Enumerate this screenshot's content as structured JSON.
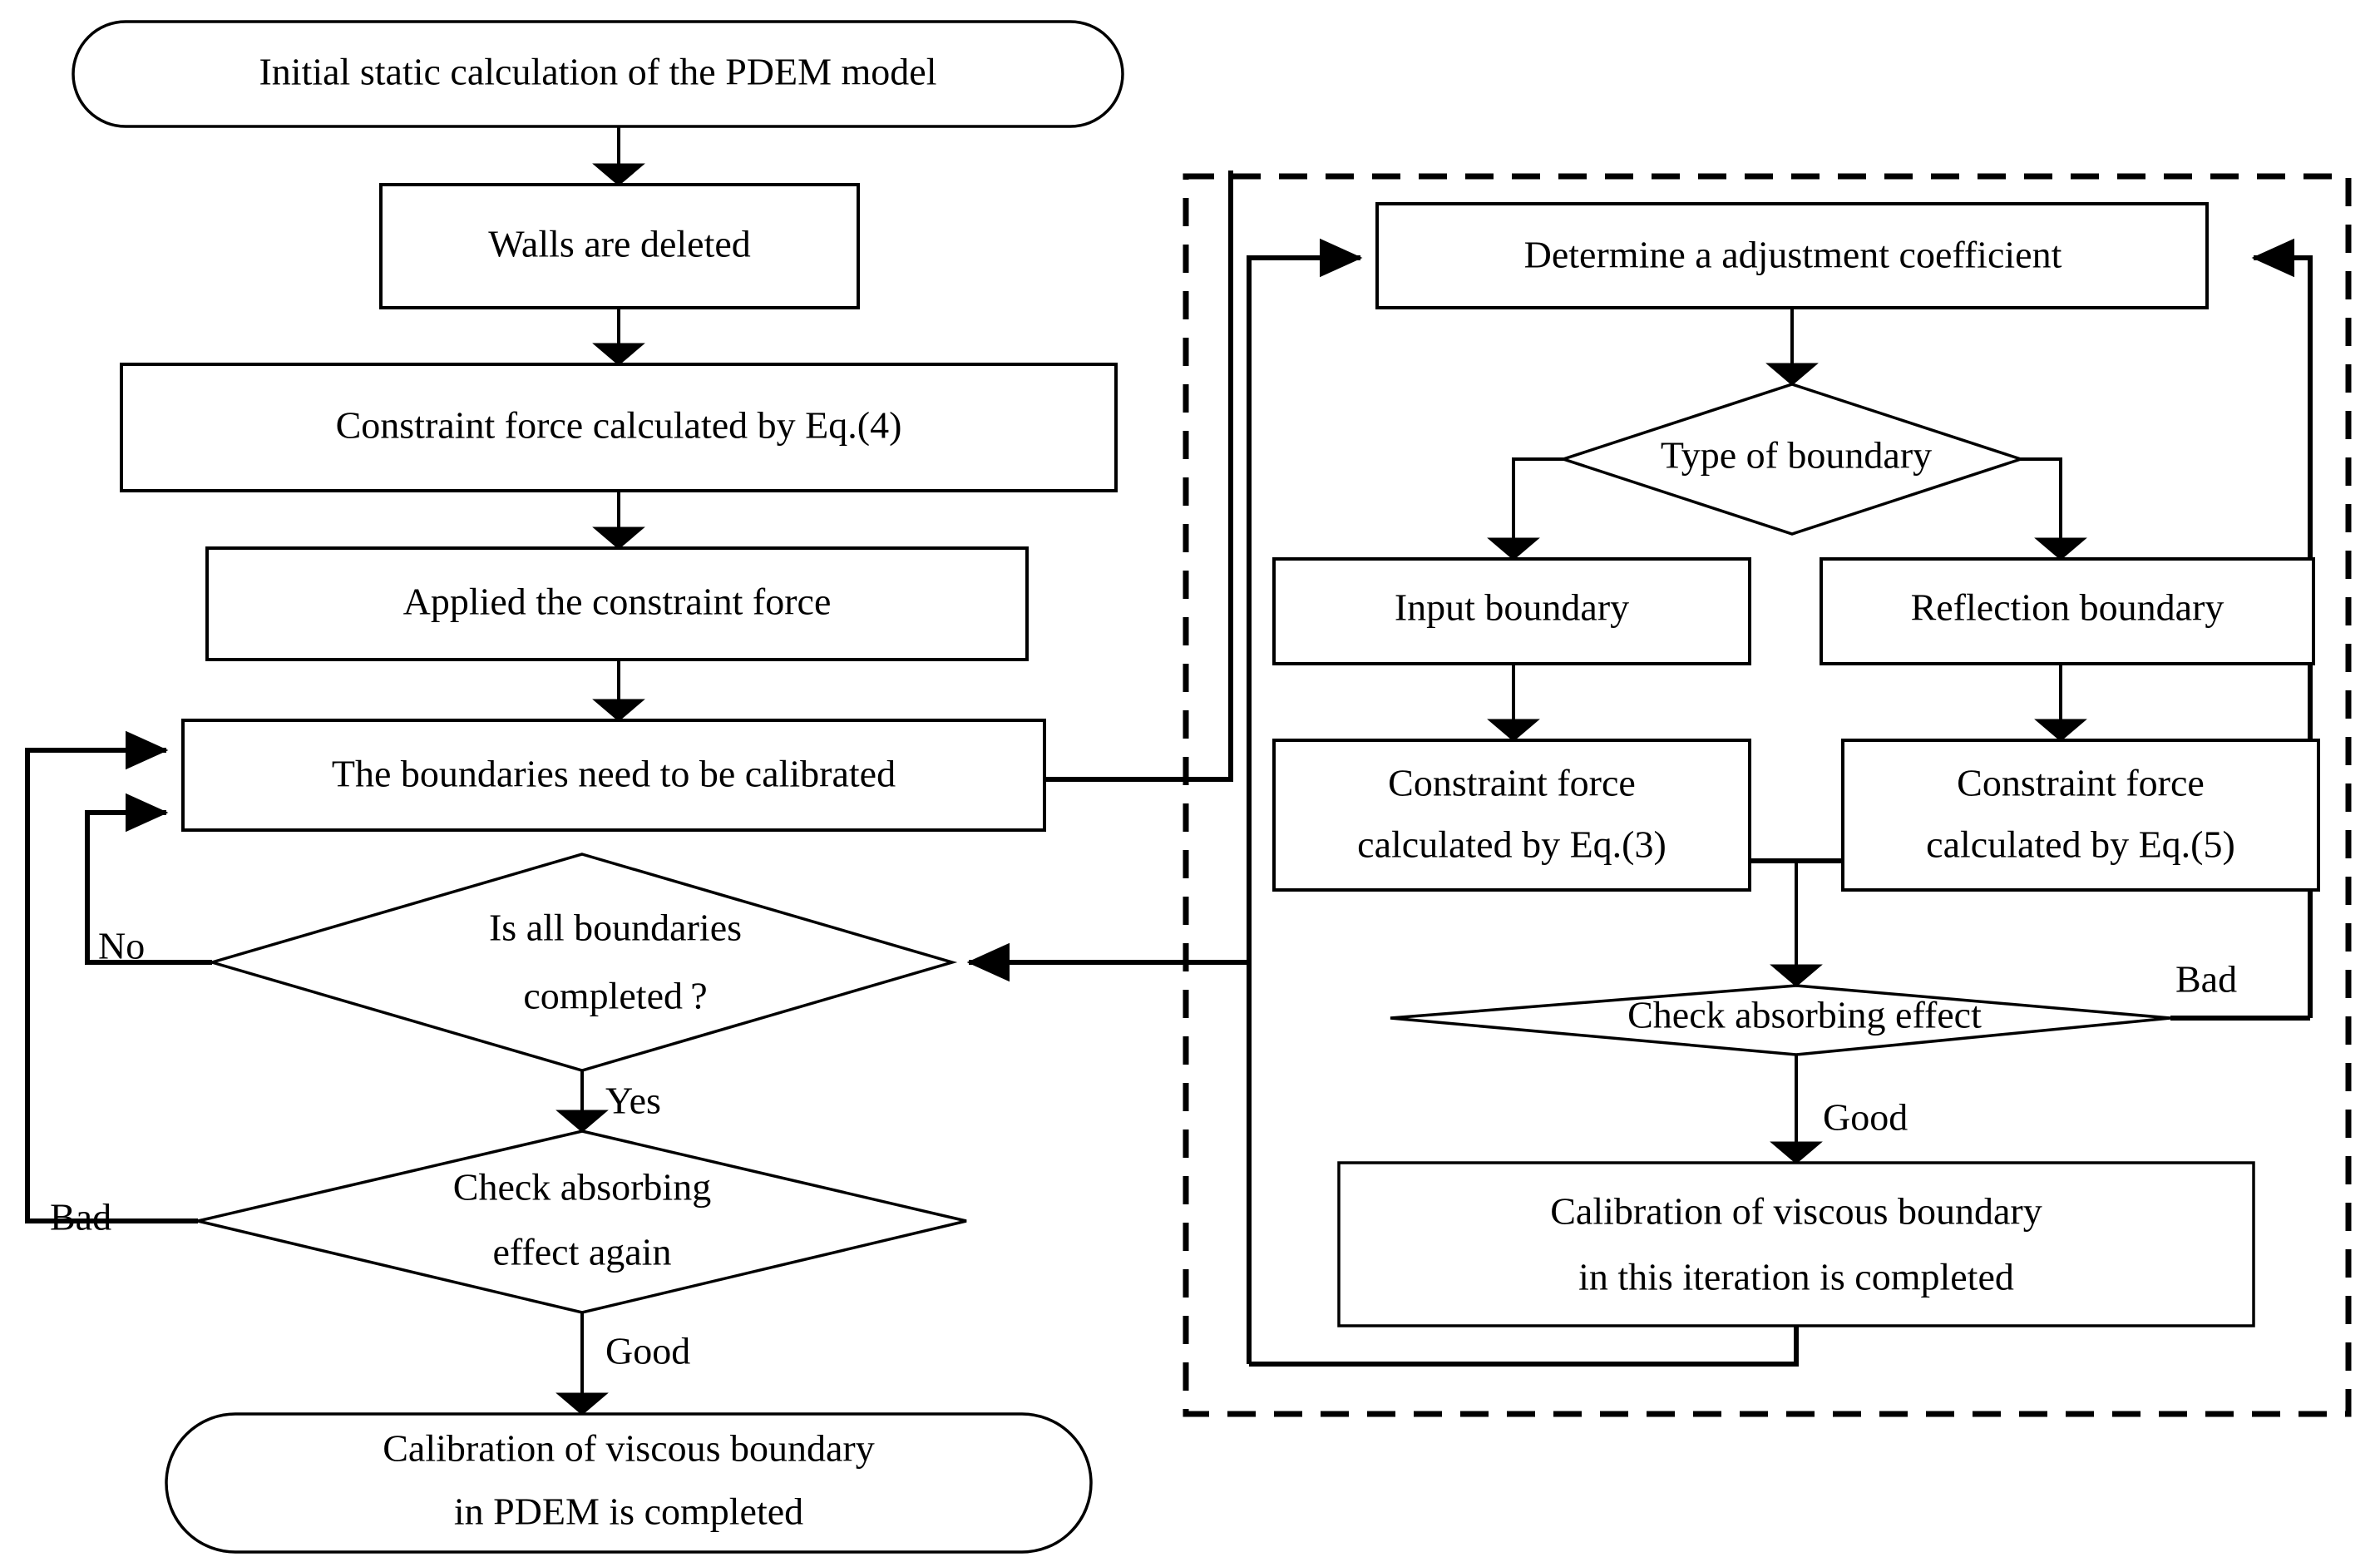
{
  "diagram": {
    "type": "flowchart",
    "title": "Calibration of viscous boundary in PDEM flowchart",
    "nodes": {
      "start": "Initial static calculation of the PDEM model",
      "walls_deleted": "Walls are deleted",
      "constraint_eq4": "Constraint force calculated by Eq.(4)",
      "applied_force": "Applied the constraint force",
      "boundaries_calibrated": "The boundaries need to be calibrated",
      "is_all_boundaries_l1": "Is all boundaries",
      "is_all_boundaries_l2": "completed ?",
      "check_absorbing_again_l1": "Check absorbing",
      "check_absorbing_again_l2": "effect again",
      "end": "Calibration of viscous boundary",
      "end_l2": "in PDEM is completed",
      "determine_coeff": "Determine a adjustment coefficient",
      "type_of_boundary": "Type of boundary",
      "input_boundary": "Input boundary",
      "reflection_boundary": "Reflection boundary",
      "constraint_eq3_l1": "Constraint force",
      "constraint_eq3_l2": "calculated by Eq.(3)",
      "constraint_eq5_l1": "Constraint force",
      "constraint_eq5_l2": "calculated by Eq.(5)",
      "check_absorbing": "Check absorbing effect",
      "iteration_done_l1": "Calibration of viscous boundary",
      "iteration_done_l2": "in this iteration is completed"
    },
    "edge_labels": {
      "no": "No",
      "yes": "Yes",
      "bad_left": "Bad",
      "good_left": "Good",
      "bad_right": "Bad",
      "good_right": "Good"
    },
    "colors": {
      "stroke": "#000000",
      "fill": "#ffffff",
      "background": "#ffffff"
    }
  }
}
